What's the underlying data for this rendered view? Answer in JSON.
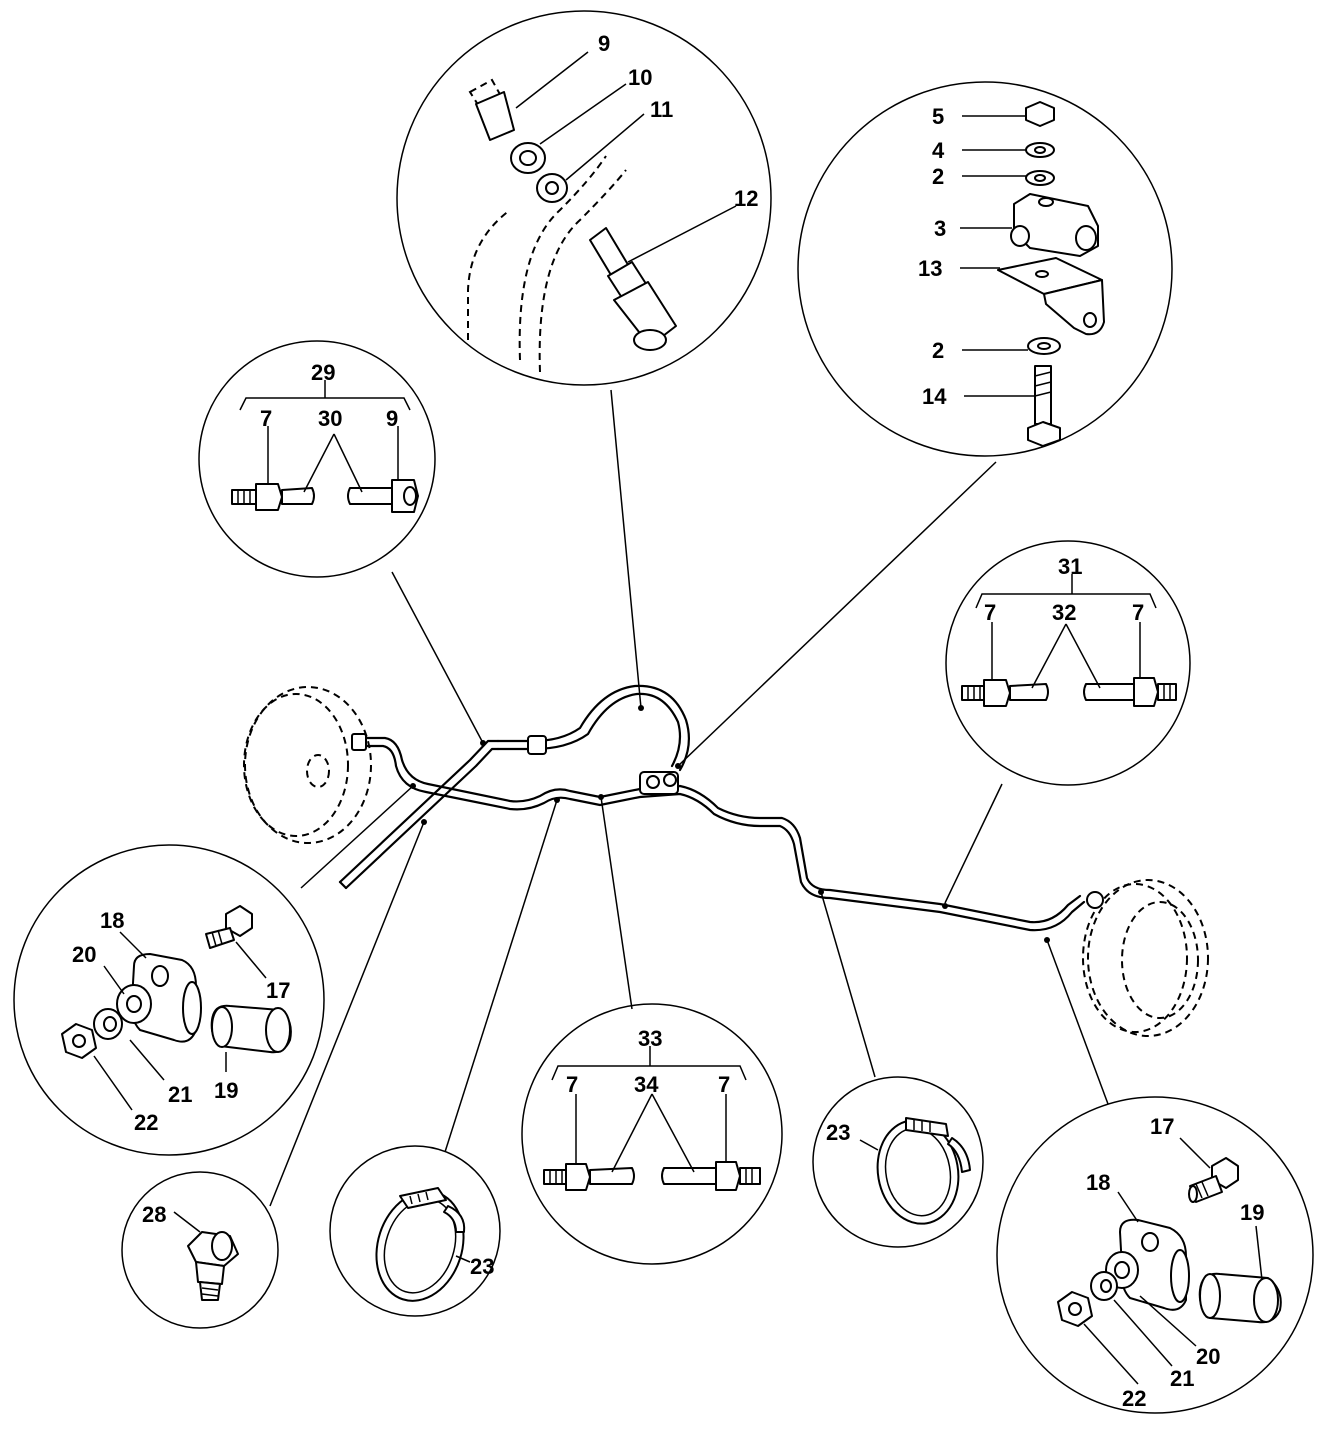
{
  "callouts": {
    "top_center": [
      "9",
      "10",
      "11",
      "12"
    ],
    "top_right": [
      "5",
      "4",
      "2",
      "3",
      "13",
      "2",
      "14"
    ],
    "left_upper": {
      "group": "29",
      "items": [
        "7",
        "30",
        "9"
      ]
    },
    "right_middle": {
      "group": "31",
      "items": [
        "7",
        "32",
        "7"
      ]
    },
    "left_lower": [
      "18",
      "20",
      "17",
      "21",
      "19",
      "22"
    ],
    "bottom_left": [
      "28"
    ],
    "bottom_clamp_left": [
      "23"
    ],
    "bottom_center": {
      "group": "33",
      "items": [
        "7",
        "34",
        "7"
      ]
    },
    "bottom_clamp_right": [
      "23"
    ],
    "bottom_right": [
      "17",
      "18",
      "19",
      "20",
      "21",
      "22"
    ]
  }
}
